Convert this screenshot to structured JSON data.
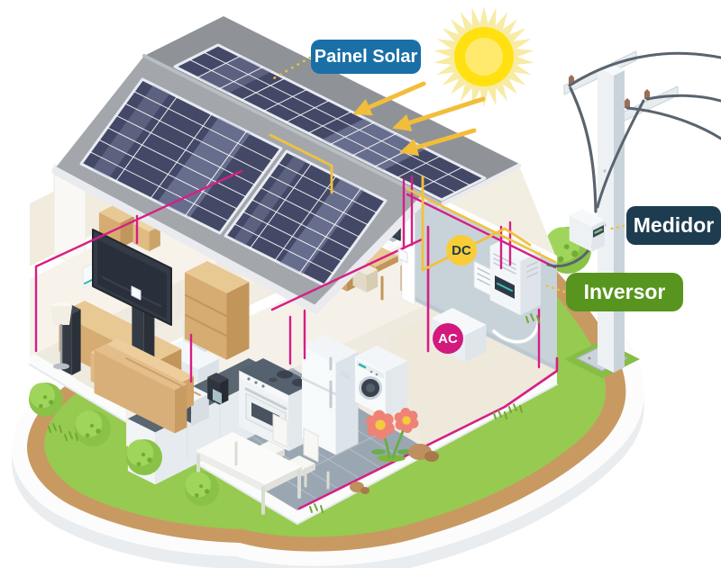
{
  "labels": {
    "painel_solar": "Painel Solar",
    "medidor": "Medidor",
    "inversor": "Inversor",
    "dc": "DC",
    "ac": "AC"
  },
  "colors": {
    "painel_label_bg": "#1A70A6",
    "medidor_label_bg": "#1D3C4F",
    "inversor_label_bg": "#57951F",
    "dc_badge_bg": "#F9CD37",
    "dc_badge_text": "#1D3C50",
    "ac_badge_bg": "#D2197E",
    "ac_badge_text": "#FFFFFF",
    "dc_wire": "#F0C23C",
    "ac_wire": "#D61F84",
    "sun": "#FFE112",
    "sun_inner": "#FFEA6E",
    "sun_rays": "#F8EBA3",
    "arrow": "#F2BE3A",
    "grass": "#97CA50",
    "soil_path": "#C89A62",
    "solar_cell": "#434866",
    "pole_wire": "#59646F"
  },
  "icons": {
    "sun": "sun-icon",
    "house": "house-cutaway-illustration",
    "solar_panels": "solar-panel-array",
    "utility_pole": "utility-pole",
    "meter_device": "electric-meter",
    "inverter_device": "solar-inverter",
    "battery_device": "storage-unit",
    "sun_arrows": "sunlight-arrows"
  }
}
